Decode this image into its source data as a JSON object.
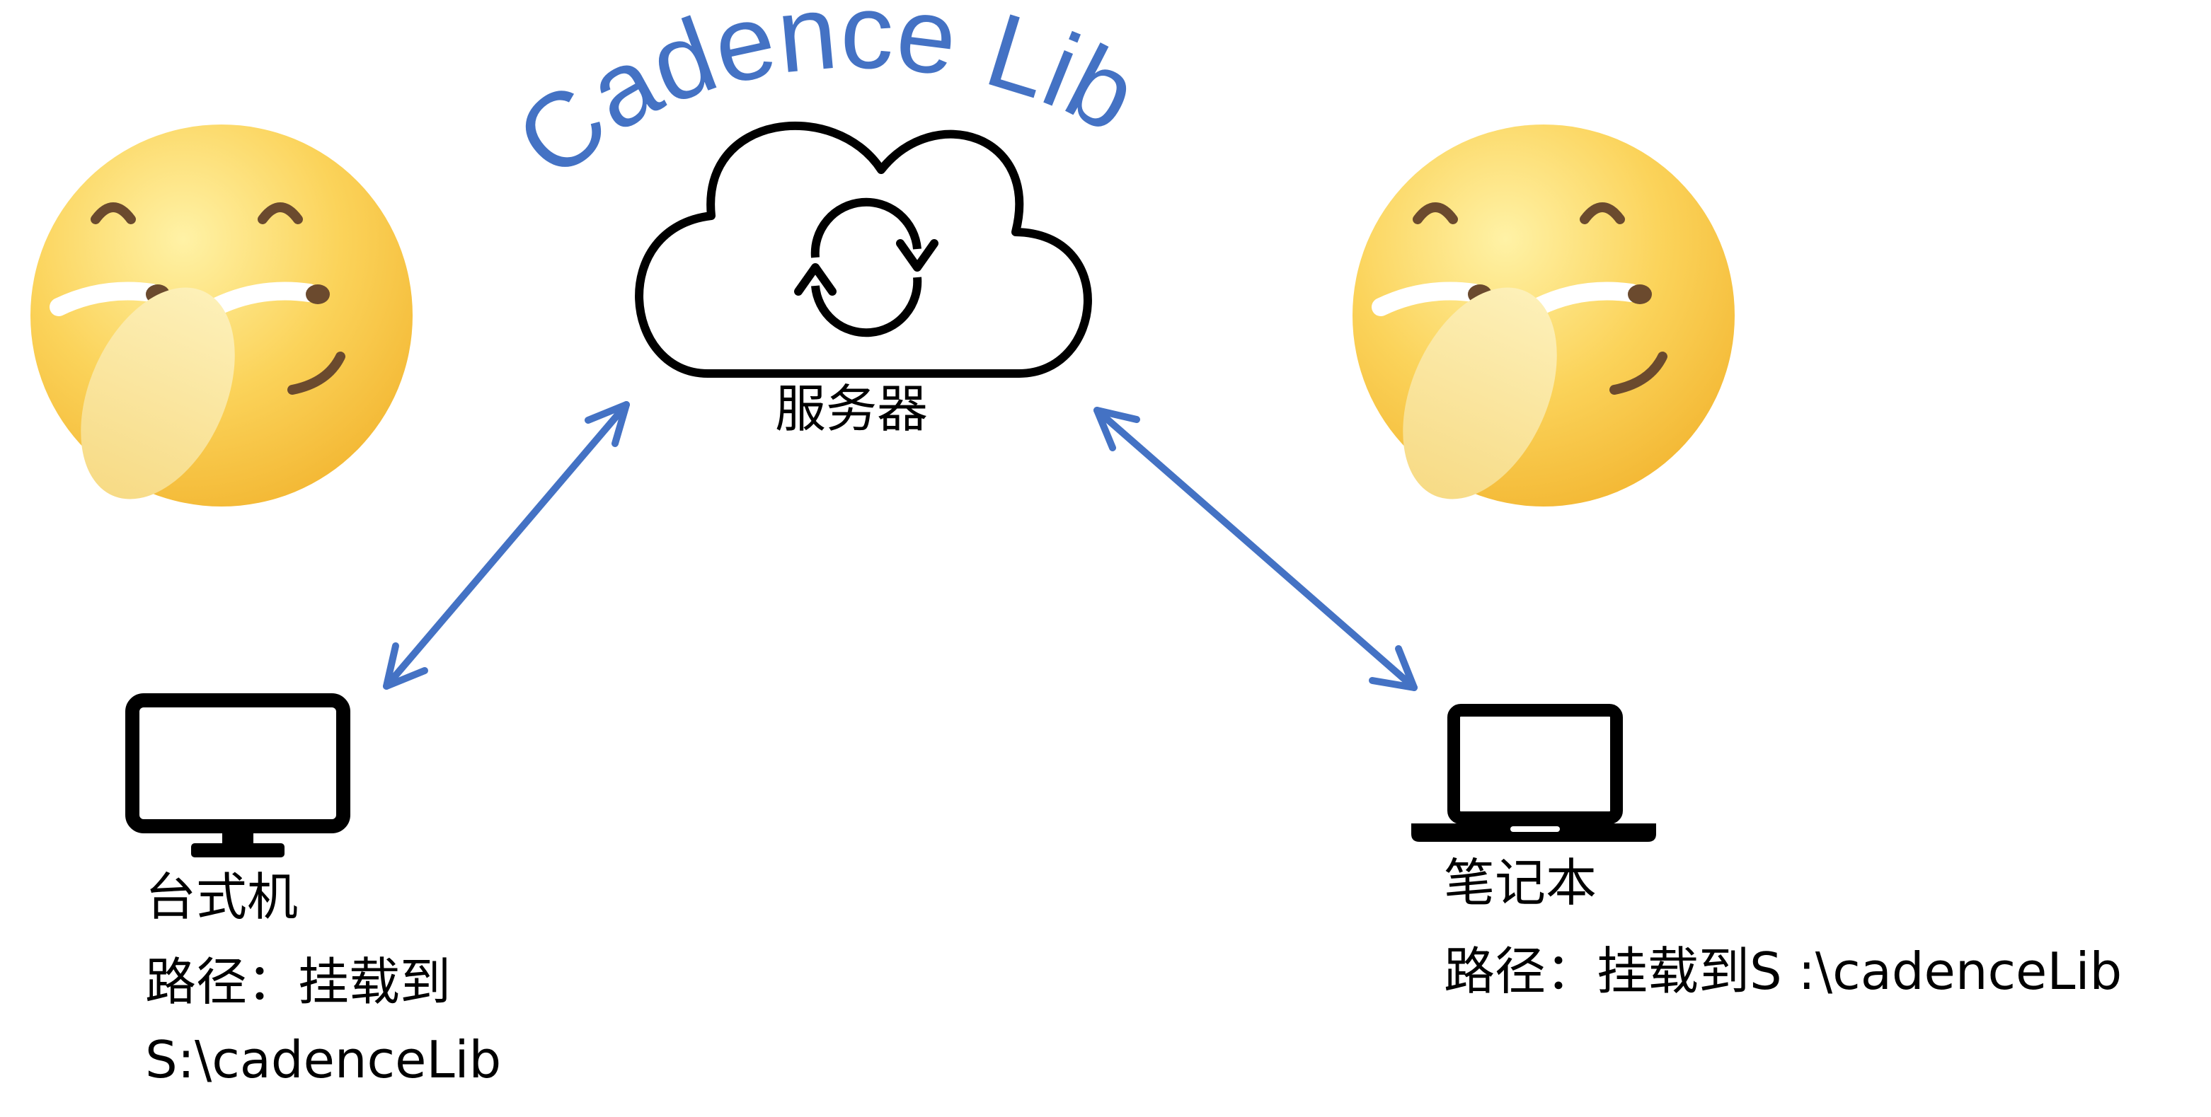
{
  "title": "Cadence Lib",
  "server": {
    "label": "服务器",
    "icon": "cloud-sync-icon"
  },
  "desktop": {
    "name": "台式机",
    "path_line1": "路径：挂载到",
    "path_line2": "S:\\cadenceLib",
    "icon": "desktop-monitor-icon"
  },
  "laptop": {
    "name": "笔记本",
    "path": "路径：挂载到S :\\cadenceLib",
    "icon": "laptop-icon"
  },
  "emoji_icon": "shy-laughing-face-icon",
  "colors": {
    "accent": "#4472C4",
    "icon_stroke": "#000000",
    "emoji_face": "#F7C948",
    "emoji_hand": "#FCE79A",
    "emoji_features": "#6B4A2E"
  }
}
